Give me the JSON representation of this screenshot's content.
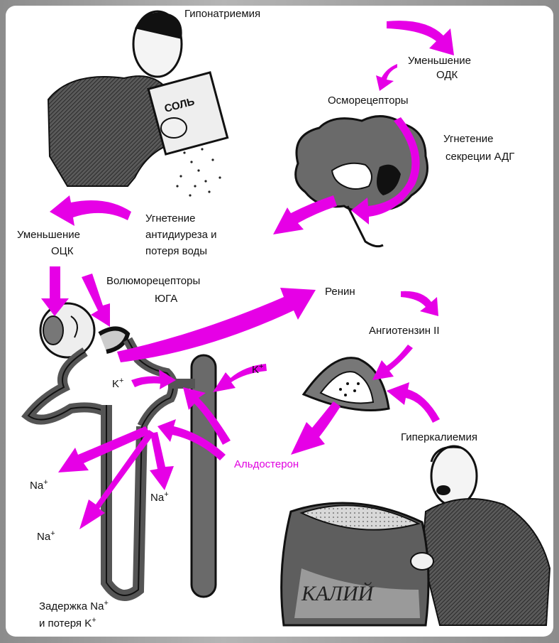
{
  "labels": {
    "hyponatremia": "Гипонатриемия",
    "decrease_odk_1": "Уменьшение",
    "decrease_odk_2": "ОДК",
    "osmoreceptors": "Осморецепторы",
    "adh_inhibit_1": "Угнетение",
    "adh_inhibit_2": "секреции АДГ",
    "antidiuresis_1": "Угнетение",
    "antidiuresis_2": "антидиуреза и",
    "antidiuresis_3": "потеря воды",
    "decrease_ock_1": "Уменьшение",
    "decrease_ock_2": "ОЦК",
    "volumoreceptors_1": "Волюморецепторы",
    "volumoreceptors_2": "ЮГА",
    "renin": "Ренин",
    "angiotensin": "Ангиотензин II",
    "hyperkalemia": "Гиперкалиемия",
    "aldosterone": "Альдостерон",
    "retention_1": "Задержка Na",
    "retention_2": "и потеря K",
    "k_ion_left": "K",
    "k_ion_right": "K",
    "na_ion_1": "Na",
    "na_ion_2": "Na",
    "na_ion_3": "Na",
    "plus": "+",
    "salt_box": "СОЛЬ",
    "potassium_bag": "КАЛИЙ"
  },
  "colors": {
    "arrow": "#e600e6",
    "aldosterone_text": "#e000e0",
    "ink": "#111111"
  }
}
